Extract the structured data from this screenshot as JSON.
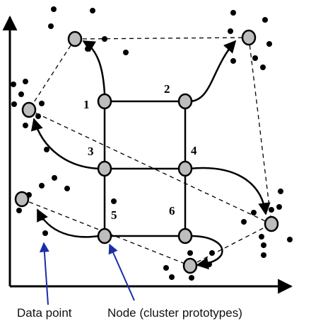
{
  "colors": {
    "node_fill": "#bdbdbd",
    "node_stroke": "#000000",
    "axis": "#000000",
    "callout_arrow": "#1a2ea8",
    "data_point": "#000000"
  },
  "node_labels": {
    "n1": "1",
    "n2": "2",
    "n3": "3",
    "n4": "4",
    "n5": "5",
    "n6": "6"
  },
  "callouts": {
    "data_point": "Data point",
    "node": "Node (cluster prototypes)"
  },
  "icons": {
    "axes": "xy-axes-icon",
    "node": "node-circle-icon",
    "data_point": "dot-icon"
  }
}
